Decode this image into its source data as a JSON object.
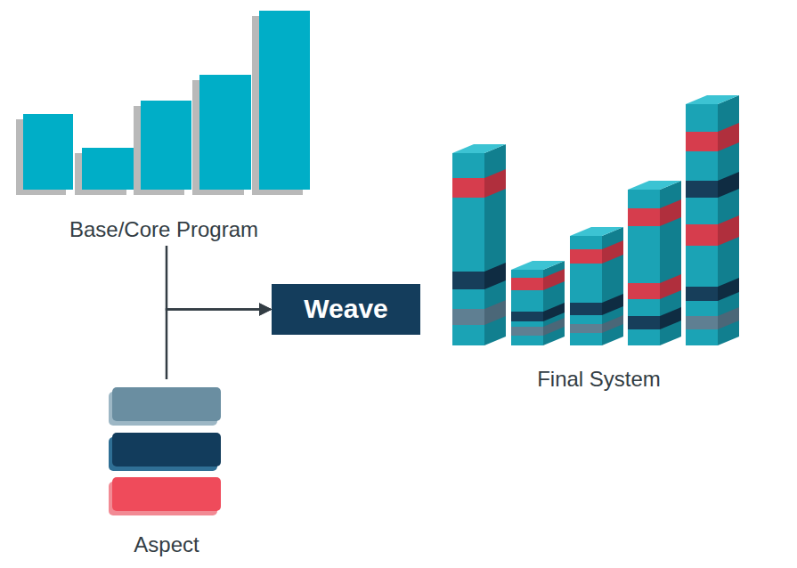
{
  "diagram": {
    "nodes": [
      {
        "text": [
          "Base/Core Program"
        ]
      },
      {
        "text": [
          "Weave"
        ]
      },
      {
        "text": [
          "Final System"
        ]
      },
      {
        "text": [
          "Aspect"
        ]
      }
    ],
    "edges": [
      {
        "from": 0,
        "to": 1,
        "arrow": "to"
      },
      {
        "from": 3,
        "to": 1,
        "arrow": "to"
      }
    ]
  }
}
